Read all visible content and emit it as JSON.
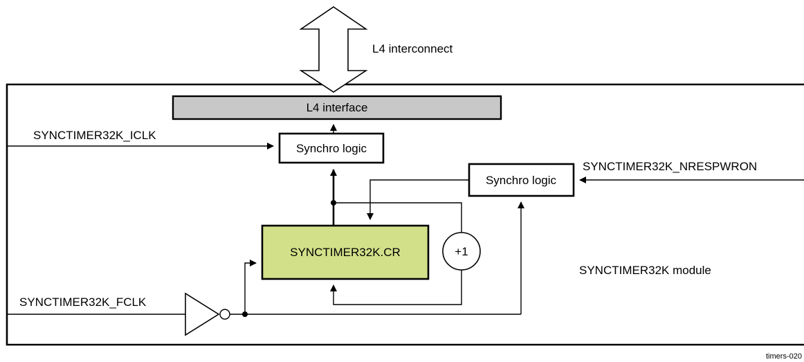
{
  "bus": {
    "label": "L4 interconnect"
  },
  "module": {
    "label": "SYNCTIMER32K module"
  },
  "blocks": {
    "l4_interface": "L4 interface",
    "synchro_logic_top": "Synchro logic",
    "synchro_logic_right": "Synchro logic",
    "counter_register": "SYNCTIMER32K.CR",
    "incrementer": "+1"
  },
  "signals": {
    "iclk": "SYNCTIMER32K_ICLK",
    "nrespwron": "SYNCTIMER32K_NRESPWRON",
    "fclk": "SYNCTIMER32K_FCLK"
  },
  "footer": {
    "figure_id": "timers-020"
  },
  "colors": {
    "interface_fill": "#c8c8c8",
    "counter_fill": "#d3e08a",
    "line": "#000000"
  }
}
